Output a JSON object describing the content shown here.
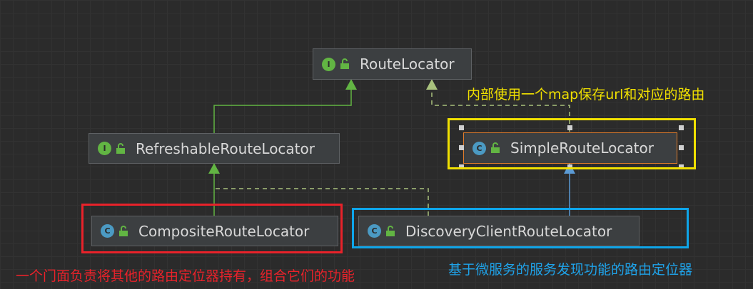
{
  "nodes": {
    "route_locator": {
      "kind": "interface",
      "badge": "I",
      "label": "RouteLocator"
    },
    "refreshable_route_locator": {
      "kind": "interface",
      "badge": "I",
      "label": "RefreshableRouteLocator"
    },
    "simple_route_locator": {
      "kind": "class",
      "badge": "C",
      "label": "SimpleRouteLocator"
    },
    "composite_route_locator": {
      "kind": "class",
      "badge": "C",
      "label": "CompositeRouteLocator"
    },
    "discovery_client_route_locator": {
      "kind": "class",
      "badge": "C",
      "label": "DiscoveryClientRouteLocator"
    }
  },
  "annotations": {
    "simple": "内部使用一个map保存url和对应的路由",
    "composite": "一个门面负责将其他的路由定位器持有，组合它们的功能",
    "discovery": "基于微服务的服务发现功能的路由定位器"
  },
  "colors": {
    "background": "#2b2b2b",
    "node_bg": "#3c3f41",
    "extends_edge": "#62b543",
    "implements_edge": "#a9c27d",
    "class_extends_edge": "#5b9bd5",
    "highlight_yellow": "#f0e000",
    "highlight_red": "#e8222a",
    "highlight_blue": "#0ea5e9"
  }
}
